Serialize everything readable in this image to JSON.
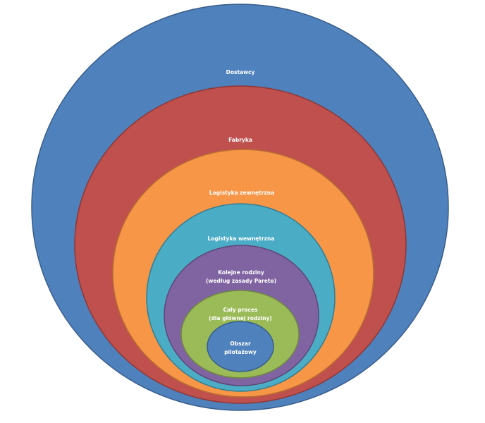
{
  "diagram": {
    "type": "nested-ellipses",
    "layers": [
      {
        "id": "dostawcy",
        "lines": [
          "Dostawcy"
        ],
        "fill": "#4F81BD",
        "stroke": "#385D8A"
      },
      {
        "id": "fabryka",
        "lines": [
          "Fabryka"
        ],
        "fill": "#C0504D",
        "stroke": "#8C3836"
      },
      {
        "id": "logistyka-zewnetrzna",
        "lines": [
          "Logistyka zewnętrzna"
        ],
        "fill": "#F79646",
        "stroke": "#B66D31"
      },
      {
        "id": "logistyka-wewnetrzna",
        "lines": [
          "Logistyka wewnętrzna"
        ],
        "fill": "#4BACC6",
        "stroke": "#357D91"
      },
      {
        "id": "kolejne-rodziny",
        "lines": [
          "Kolejne rodziny",
          "(według zasady Pareto)"
        ],
        "fill": "#8064A2",
        "stroke": "#5C4776"
      },
      {
        "id": "caly-proces",
        "lines": [
          "Cały proces",
          "(dla głównej rodziny)"
        ],
        "fill": "#9BBB59",
        "stroke": "#71893F"
      },
      {
        "id": "obszar-pilotazowy",
        "lines": [
          "Obszar",
          "pilotażowy"
        ],
        "fill": "#4F81BD",
        "stroke": "#385D8A"
      }
    ]
  }
}
